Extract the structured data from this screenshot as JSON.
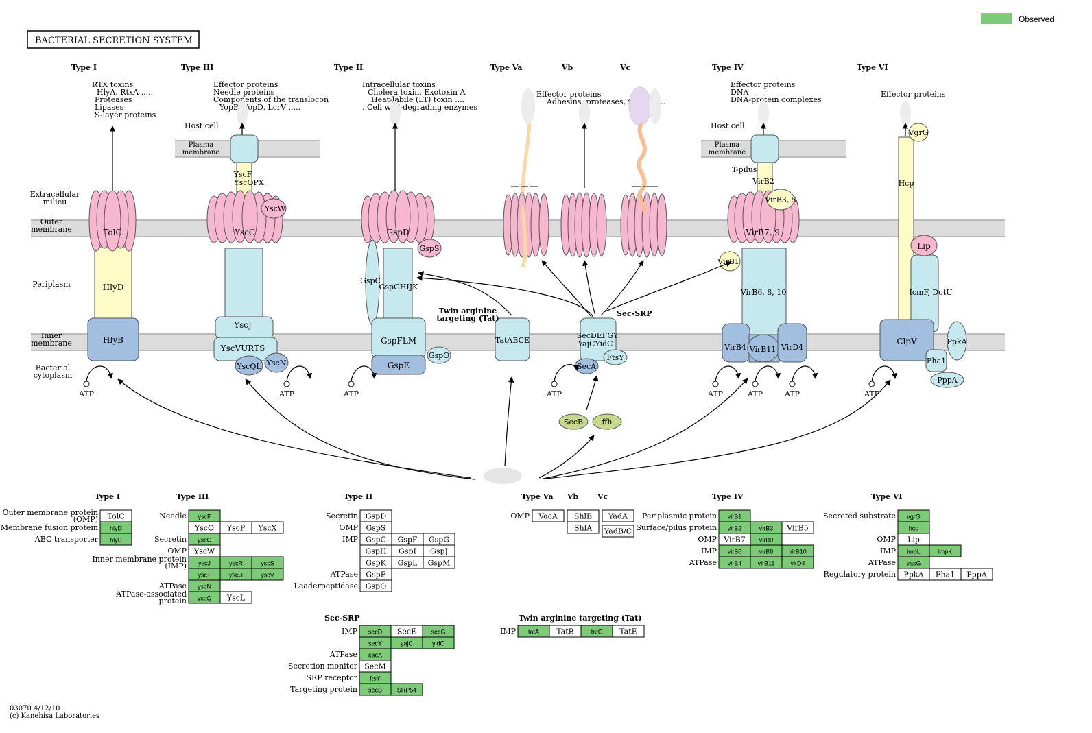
{
  "title": "BACTERIAL  SECRETION  SYSTEM",
  "legend": {
    "label": "Observed",
    "color": "#7dca79"
  },
  "footer": {
    "code": "03070 4/12/10",
    "copyright": "(c) Kanehisa Laboratories"
  },
  "colors": {
    "observed": "#7dca79",
    "pink": "#f7b8cf",
    "light_blue": "#c6e8ef",
    "steel_blue": "#a2bfe0",
    "yellow": "#fdfbc6",
    "olive": "#c7d98d",
    "membrane": "#d4d4d4"
  },
  "top": {
    "type_headers": [
      "Type I",
      "Type III",
      "Type II",
      "Type Va",
      "Vb",
      "Vc",
      "Type IV",
      "Type VI"
    ],
    "layer_labels": [
      "Extracellular milieu",
      "Outer membrane",
      "Periplasm",
      "Inner membrane",
      "Bacterial cytoplasm"
    ],
    "host_cell": "Host cell",
    "plasma_membrane": "Plasma membrane",
    "descriptions": {
      "type1": [
        "RTX toxins",
        "HlyA, RtxA  .....",
        "Proteases",
        "Lipases",
        "S-layer proteins"
      ],
      "type3": [
        "Effector proteins",
        "Needle proteins",
        "Components of the translocon",
        "YopB, YopD, LcrV  ....."
      ],
      "type2": [
        "Intracellular toxins",
        "Cholera toxin, Exotoxin A",
        "Heat-labile (LT) toxin  ....",
        ". Cell wall-degrading enzymes"
      ],
      "type5": [
        "Effector proteins",
        "Adhesins, proteases, toxins ....."
      ],
      "type4": [
        "Effector proteins",
        "DNA",
        "DNA-protein complexes"
      ],
      "type6": [
        "Effector proteins"
      ]
    },
    "proteins": {
      "tolc": "TolC",
      "hlyd": "HlyD",
      "hlyb": "HlyB",
      "yscf": "YscF",
      "yscopx": "YscOPX",
      "yscw": "YscW",
      "yscc": "YscC",
      "yscj": "YscJ",
      "yscvurts": "YscVURTS",
      "yscql": "YscQL",
      "yscn": "YscN",
      "gspd": "GspD",
      "gsps": "GspS",
      "gspc": "GspC",
      "gspghijk": "GspGHIJK",
      "gspflm": "GspFLM",
      "gspe": "GspE",
      "gspo": "GspO",
      "tatabce": "TatABCE",
      "secdefgy": "SecDEFGY",
      "yajcyidc": "YajCYidC",
      "ftsy": "FtsY",
      "seca": "SecA",
      "secb": "SecB",
      "ffh": "ffh",
      "virb2": "VirB2",
      "virb35": "VirB3, 5",
      "virb79": "VirB7, 9",
      "virb1": "VirB1",
      "virb6810": "VirB6, 8, 10",
      "virb4": "VirB4",
      "virb11": "VirB11",
      "vird4": "VirD4",
      "vgrg": "VgrG",
      "hcp": "Hcp",
      "lip": "Lip",
      "icmf": "IcmF, DotU",
      "clpv": "ClpV",
      "ppka": "PpkA",
      "fha1": "Fha1",
      "pppa": "PppA"
    },
    "atp": "ATP",
    "tpilus": "T-pilus",
    "tat_label": [
      "Twin arginine",
      "targeting (Tat)"
    ],
    "secsrp_label": "Sec-SRP"
  },
  "tables": {
    "type1": {
      "header": "Type I",
      "rows": [
        {
          "label": [
            "Outer membrane  protein",
            "(OMP)"
          ],
          "cells": [
            {
              "t": "TolC",
              "o": false
            }
          ]
        },
        {
          "label": [
            "Membrane fusion protein"
          ],
          "cells": [
            {
              "t": "hlyD",
              "o": true
            }
          ]
        },
        {
          "label": [
            "ABC transporter"
          ],
          "cells": [
            {
              "t": "hlyB",
              "o": true
            }
          ]
        }
      ]
    },
    "type3": {
      "header": "Type III",
      "rows": [
        {
          "label": [
            "Needle"
          ],
          "cells": [
            {
              "t": "yscF",
              "o": true
            }
          ]
        },
        {
          "label": [],
          "cells": [
            {
              "t": "YscO",
              "o": false
            },
            {
              "t": "YscP",
              "o": false
            },
            {
              "t": "YscX",
              "o": false
            }
          ]
        },
        {
          "label": [
            "Secretin"
          ],
          "cells": [
            {
              "t": "yscC",
              "o": true
            }
          ]
        },
        {
          "label": [
            "OMP"
          ],
          "cells": [
            {
              "t": "YscW",
              "o": false
            }
          ]
        },
        {
          "label": [
            "Inner membrane protein",
            "(IMP)"
          ],
          "cells": [
            {
              "t": "yscJ",
              "o": true
            },
            {
              "t": "yscR",
              "o": true
            },
            {
              "t": "yscS",
              "o": true
            }
          ]
        },
        {
          "label": [],
          "cells": [
            {
              "t": "yscT",
              "o": true
            },
            {
              "t": "yscU",
              "o": true
            },
            {
              "t": "yscV",
              "o": true
            }
          ]
        },
        {
          "label": [
            "ATPase"
          ],
          "cells": [
            {
              "t": "yscN",
              "o": true
            }
          ]
        },
        {
          "label": [
            "ATPase-associated",
            "protein"
          ],
          "cells": [
            {
              "t": "yscQ",
              "o": true
            },
            {
              "t": "YscL",
              "o": false
            }
          ]
        }
      ]
    },
    "type2": {
      "header": "Type II",
      "rows": [
        {
          "label": [
            "Secretin"
          ],
          "cells": [
            {
              "t": "GspD",
              "o": false
            }
          ]
        },
        {
          "label": [
            "OMP"
          ],
          "cells": [
            {
              "t": "GspS",
              "o": false
            }
          ]
        },
        {
          "label": [
            "IMP"
          ],
          "cells": [
            {
              "t": "GspC",
              "o": false
            },
            {
              "t": "GspF",
              "o": false
            },
            {
              "t": "GspG",
              "o": false
            }
          ]
        },
        {
          "label": [],
          "cells": [
            {
              "t": "GspH",
              "o": false
            },
            {
              "t": "GspI",
              "o": false
            },
            {
              "t": "GspJ",
              "o": false
            }
          ]
        },
        {
          "label": [],
          "cells": [
            {
              "t": "GspK",
              "o": false
            },
            {
              "t": "GspL",
              "o": false
            },
            {
              "t": "GspM",
              "o": false
            }
          ]
        },
        {
          "label": [
            "ATPase"
          ],
          "cells": [
            {
              "t": "GspE",
              "o": false
            }
          ]
        },
        {
          "label": [
            "Leaderpeptidase"
          ],
          "cells": [
            {
              "t": "GspO",
              "o": false
            }
          ]
        }
      ]
    },
    "type5": {
      "headers": [
        "Type Va",
        "Vb",
        "Vc"
      ],
      "omp_label": "OMP",
      "va": [
        "VacA"
      ],
      "vb": [
        "ShlB",
        "ShlA"
      ],
      "vc": [
        "YadA",
        "YadB/C"
      ]
    },
    "type4": {
      "header": "Type IV",
      "rows": [
        {
          "label": [
            "Periplasmic protein"
          ],
          "cells": [
            {
              "t": "virB1",
              "o": true
            }
          ]
        },
        {
          "label": [
            "Surface/pilus protein"
          ],
          "cells": [
            {
              "t": "virB2",
              "o": true
            },
            {
              "t": "virB3",
              "o": true
            },
            {
              "t": "VirB5",
              "o": false
            }
          ]
        },
        {
          "label": [
            "OMP"
          ],
          "cells": [
            {
              "t": "VirB7",
              "o": false
            },
            {
              "t": "virB9",
              "o": true
            }
          ]
        },
        {
          "label": [
            "IMP"
          ],
          "cells": [
            {
              "t": "virB6",
              "o": true
            },
            {
              "t": "virB8",
              "o": true
            },
            {
              "t": "virB10",
              "o": true
            }
          ]
        },
        {
          "label": [
            "ATPase"
          ],
          "cells": [
            {
              "t": "virB4",
              "o": true
            },
            {
              "t": "virB11",
              "o": true
            },
            {
              "t": "virD4",
              "o": true
            }
          ]
        }
      ]
    },
    "type6": {
      "header": "Type VI",
      "rows": [
        {
          "label": [
            "Secreted substrate"
          ],
          "cells": [
            {
              "t": "vgrG",
              "o": true
            }
          ]
        },
        {
          "label": [],
          "cells": [
            {
              "t": "hcp",
              "o": true
            }
          ]
        },
        {
          "label": [
            "OMP"
          ],
          "cells": [
            {
              "t": "Lip",
              "o": false
            }
          ]
        },
        {
          "label": [
            "IMP"
          ],
          "cells": [
            {
              "t": "impL",
              "o": true
            },
            {
              "t": "impK",
              "o": true
            }
          ]
        },
        {
          "label": [
            "ATPase"
          ],
          "cells": [
            {
              "t": "vasG",
              "o": true
            }
          ]
        },
        {
          "label": [
            "Regulatory protein"
          ],
          "cells": [
            {
              "t": "PpkA",
              "o": false
            },
            {
              "t": "Fha1",
              "o": false
            },
            {
              "t": "PppA",
              "o": false
            }
          ]
        }
      ]
    },
    "secsrp": {
      "header": "Sec-SRP",
      "rows": [
        {
          "label": [
            "IMP"
          ],
          "cells": [
            {
              "t": "secD",
              "o": true
            },
            {
              "t": "SecE",
              "o": false
            },
            {
              "t": "secG",
              "o": true
            }
          ]
        },
        {
          "label": [],
          "cells": [
            {
              "t": "secY",
              "o": true
            },
            {
              "t": "yajC",
              "o": true
            },
            {
              "t": "yidC",
              "o": true
            }
          ]
        },
        {
          "label": [
            "ATPase"
          ],
          "cells": [
            {
              "t": "secA",
              "o": true
            }
          ]
        },
        {
          "label": [
            "Secretion monitor"
          ],
          "cells": [
            {
              "t": "SecM",
              "o": false
            }
          ]
        },
        {
          "label": [
            "SRP receptor"
          ],
          "cells": [
            {
              "t": "ftsY",
              "o": true
            }
          ]
        },
        {
          "label": [
            "Targeting protein"
          ],
          "cells": [
            {
              "t": "secB",
              "o": true
            },
            {
              "t": "SRP54",
              "o": true
            }
          ]
        }
      ]
    },
    "tat": {
      "header": "Twin arginine targeting (Tat)",
      "rows": [
        {
          "label": [
            "IMP"
          ],
          "cells": [
            {
              "t": "tatA",
              "o": true
            },
            {
              "t": "TatB",
              "o": false
            },
            {
              "t": "tatC",
              "o": true
            },
            {
              "t": "TatE",
              "o": false
            }
          ]
        }
      ]
    }
  }
}
